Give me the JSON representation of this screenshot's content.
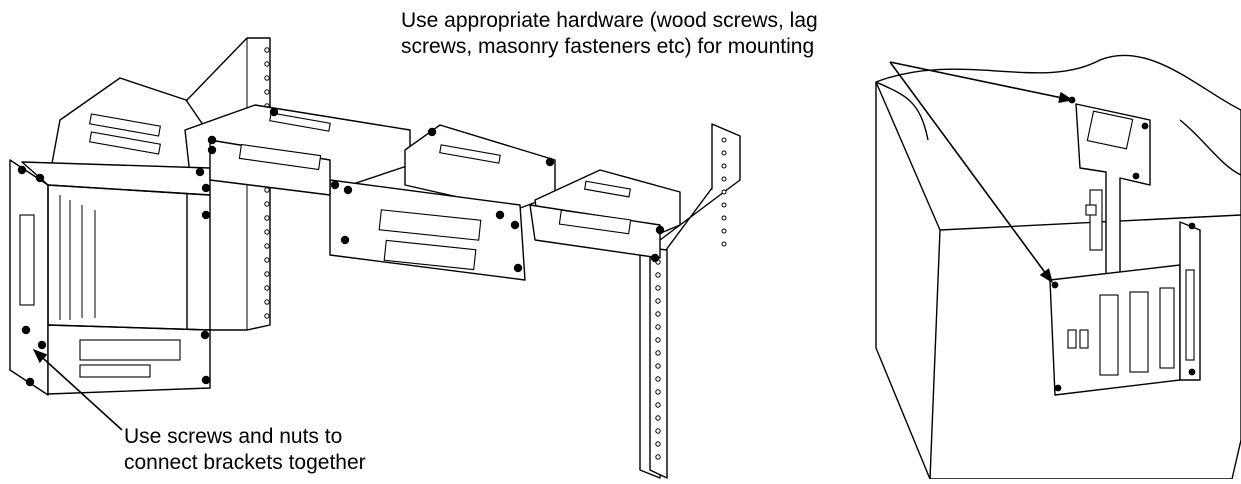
{
  "callouts": {
    "mounting": {
      "line1": "Use appropriate hardware (wood screws, lag",
      "line2": "screws, masonry fasteners etc) for mounting"
    },
    "connect": {
      "line1": "Use screws and nuts to",
      "line2": "connect brackets together"
    }
  }
}
